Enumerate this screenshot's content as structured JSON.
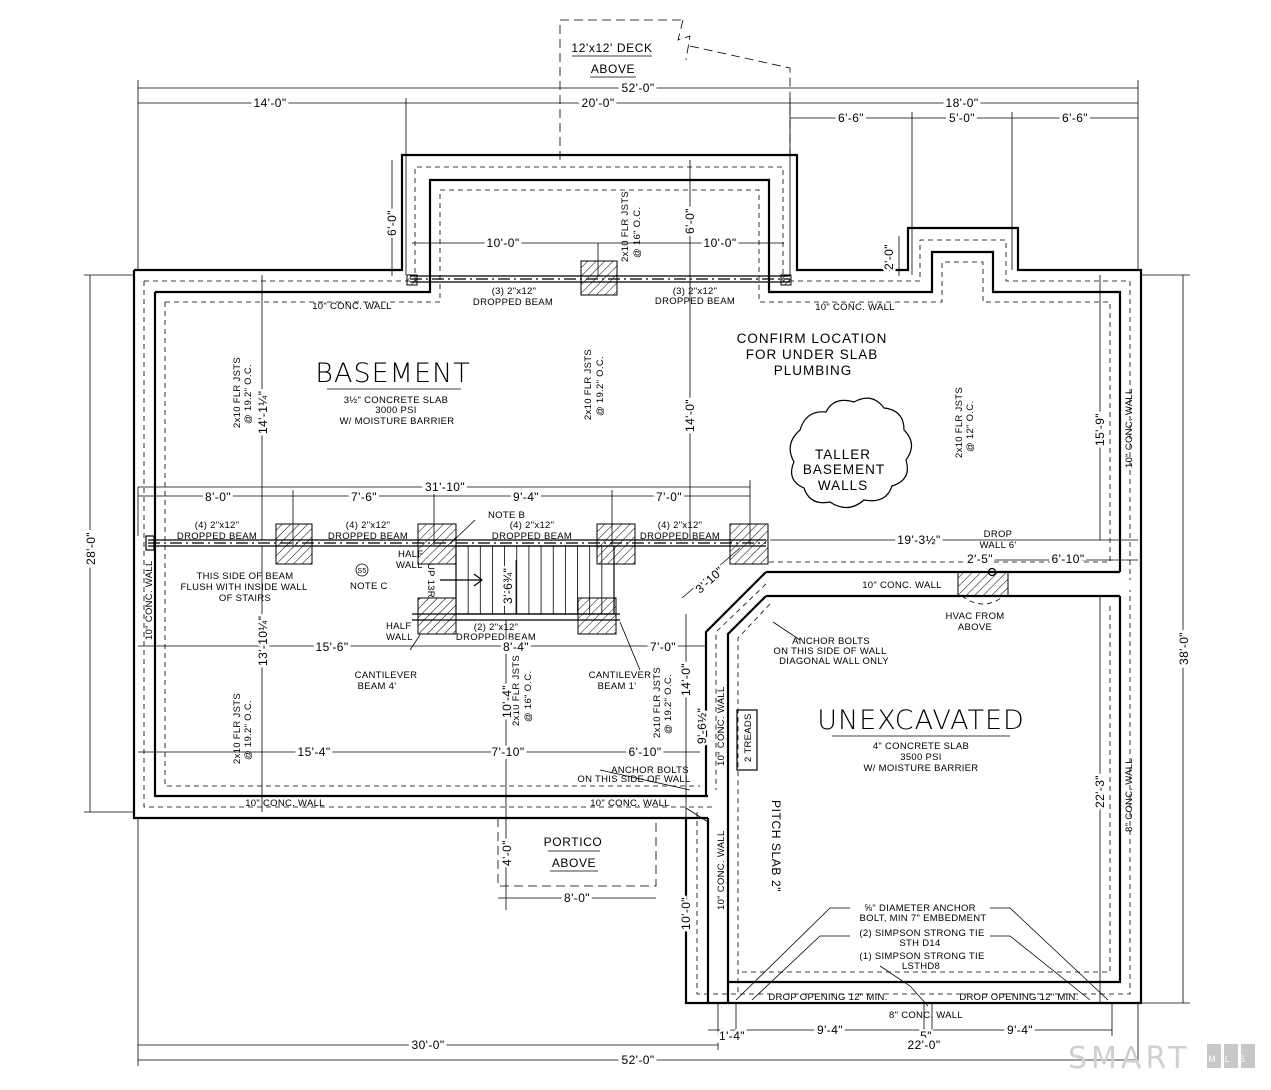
{
  "rooms": {
    "basement": "BASEMENT",
    "basement_slab": [
      "3½\" CONCRETE SLAB",
      "3000 PSI",
      "W/ MOISTURE BARRIER"
    ],
    "unexcavated": "UNEXCAVATED",
    "unexcavated_slab": [
      "4\" CONCRETE SLAB",
      "3500 PSI",
      "W/ MOISTURE BARRIER"
    ],
    "deck": [
      "12'x12' DECK",
      "ABOVE"
    ],
    "portico": [
      "PORTICO",
      "ABOVE"
    ]
  },
  "notes": {
    "confirm": [
      "CONFIRM LOCATION",
      "FOR UNDER SLAB",
      "PLUMBING"
    ],
    "taller": [
      "TALLER",
      "BASEMENT",
      "WALLS"
    ],
    "beam_flush": [
      "THIS SIDE OF BEAM",
      "FLUSH WITH INSIDE WALL",
      "OF STAIRS"
    ],
    "note_b": "NOTE B",
    "note_c": "NOTE C",
    "half_wall": [
      "HALF",
      "WALL"
    ],
    "cantilever_left": [
      "CANTILEVER",
      "BEAM 4'"
    ],
    "cantilever_right": [
      "CANTILEVER",
      "BEAM 1'"
    ],
    "anchor_diag": [
      "ANCHOR BOLTS",
      "ON THIS SIDE OF WALL",
      "DIAGONAL WALL ONLY"
    ],
    "anchor_wall": [
      "ANCHOR BOLTS",
      "ON THIS SIDE OF WALL"
    ],
    "hvac": [
      "HVAC FROM",
      "ABOVE"
    ],
    "drop_wall": [
      "DROP",
      "WALL 6'"
    ],
    "treads": "2 TREADS",
    "pitch": "PITCH SLAB 2\"",
    "up": "UP 13R",
    "anchor_spec": [
      "⅝\" DIAMETER ANCHOR",
      "BOLT, MIN 7\" EMBEDMENT",
      "(2) SIMPSON STRONG TIE",
      "STH D14",
      "(1) SIMPSON STRONG TIE",
      "LSTHD8"
    ],
    "drop_left": "DROP OPENING 12\" MIN.",
    "drop_right": "DROP OPENING 12\" MIN.",
    "ref_symbol": "S5"
  },
  "walls": {
    "conc10": "10\" CONC. WALL",
    "conc8": "8\" CONC. WALL"
  },
  "beams": {
    "b3": [
      "(3) 2\"x12\"",
      "DROPPED BEAM"
    ],
    "b4": [
      "(4) 2\"x12\"",
      "DROPPED BEAM"
    ],
    "b2": [
      "(2) 2\"x12\"",
      "DROPPED BEAM"
    ]
  },
  "joists": {
    "j192": [
      "2x10 FLR JSTS",
      "@ 19.2\" O.C."
    ],
    "j16": [
      "2x10 FLR JSTS",
      "@ 16\" O.C."
    ],
    "j12": [
      "2x10 FLR JSTS",
      "@ 12\" O.C."
    ]
  },
  "dims": {
    "top_total": "52'-0\"",
    "top_14": "14'-0\"",
    "top_20": "20'-0\"",
    "top_18": "18'-0\"",
    "top_66a": "6'-6\"",
    "top_5": "5'-0\"",
    "top_66b": "6'-6\"",
    "bump_6": "6'-0\"",
    "bump_10a": "10'-0\"",
    "bump_10b": "10'-0\"",
    "bump_6b": "6'-0\"",
    "bump_2": "2'-0\"",
    "left_28": "28'-0\"",
    "right_38": "38'-0\"",
    "d_14_1_4": "14'-1¼\"",
    "d_14_0": "14'-0\"",
    "d_15_9": "15'-9\"",
    "d_31_10": "31'-10\"",
    "d_8_0": "8'-0\"",
    "d_7_6": "7'-6\"",
    "d_9_4": "9'-4\"",
    "d_7_0": "7'-0\"",
    "d_19_3": "19'-3½\"",
    "d_2_5": "2'-5\"",
    "d_6_10": "6'-10\"",
    "d_3_10": "3'-10\"",
    "d_3_6": "3'-6¾\"",
    "d_13_10": "13'-10¼\"",
    "d_15_6": "15'-6\"",
    "d_8_4": "8'-4\"",
    "d_7_0b": "7'-0\"",
    "d_14_0b": "14'-0\"",
    "d_10_4": "10'-4\"",
    "d_9_6": "9'-6½\"",
    "d_15_4": "15'-4\"",
    "d_7_10": "7'-10\"",
    "d_6_10b": "6'-10\"",
    "d_4_0": "4'-0\"",
    "d_8_0b": "8'-0\"",
    "d_10_0": "10'-0\"",
    "d_22_3": "22'-3\"",
    "d_1_4": "1'-4\"",
    "d_9_4a": "9'-4\"",
    "d_9_4b": "9'-4\"",
    "d_22_0": "22'-0\"",
    "d_5": "5\"",
    "bot_30": "30'-0\"",
    "bot_total": "52'-0\""
  },
  "watermark": "SMART",
  "watermark_badge": "MLS"
}
